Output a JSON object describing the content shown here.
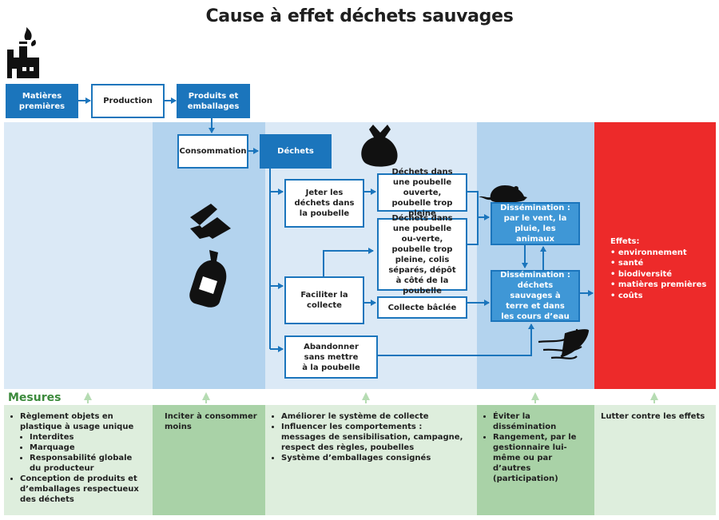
{
  "title": "Cause à effet déchets sauvages",
  "flow": {
    "matieres": "Matières premières",
    "production": "Production",
    "produits": "Produits et emballages",
    "consommation": "Consommation",
    "dechets": "Déchets",
    "jeter": "Jeter les déchets dans la poubelle",
    "poubelle_ouverte": "Déchets dans une poubelle ouverte, poubelle trop pleine",
    "poubelle_detail": "Déchets dans une poubelle ou-verte, poubelle trop pleine, colis séparés, dépôt à côté de la poubelle",
    "faciliter": "Faciliter la collecte",
    "collecte_baclee": "Collecte bâclée",
    "abandonner": "Abandonner sans mettre à la poubelle",
    "dissem_vent": "Dissémination : par le vent, la pluie, les animaux",
    "dissem_sol": "Dissémination : déchets sauvages à terre et dans les cours d’eau"
  },
  "effets": {
    "title": "Effets:",
    "items": [
      "environnement",
      "santé",
      "biodiversité",
      "matières premières",
      "coûts"
    ]
  },
  "mesures": {
    "title": "Mesures",
    "col1": {
      "item1": "Règlement objets en plastique à usage unique",
      "sub": [
        "Interdites",
        "Marquage",
        "Responsabilité globale du producteur"
      ],
      "item2": "Conception de produits et d’emballages respectueux des déchets"
    },
    "col2": "Inciter à consommer moins",
    "col3": [
      "Améliorer le système de collecte",
      "Influencer les comportements : messages de sensibilisation, campagne, respect des règles, poubelles",
      "Système d’emballages consignés"
    ],
    "col4": [
      "Éviter la dissémination",
      "Rangement, par le gestionnaire lui-même ou par d’autres (participation)"
    ],
    "col5": "Lutter contre les effets"
  },
  "colors": {
    "blue": "#1b75bc",
    "mid_blue": "#3f97d6",
    "pale_blue": "#dbe9f6",
    "light_blue": "#b3d3ee",
    "red": "#ed2a2a",
    "pale_green": "#deeedd",
    "green": "#a9d2a7",
    "arrow_green": "#b6dcb3"
  },
  "icons": [
    "factory-icon",
    "trash-bag-icon",
    "rat-icon",
    "crushed-can-icon",
    "bottle-icon",
    "wind-leaf-icon"
  ]
}
